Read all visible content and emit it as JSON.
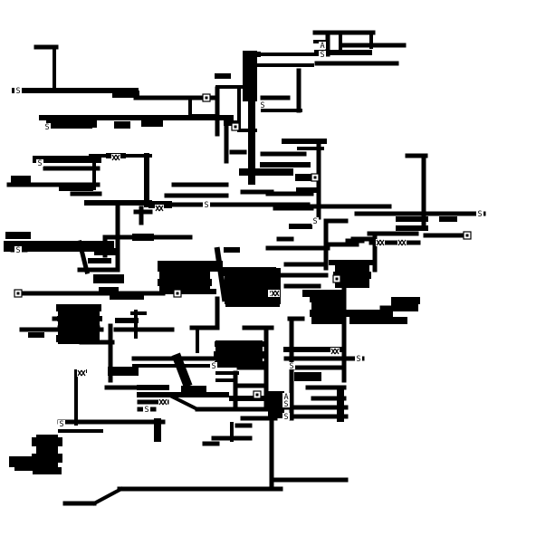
{
  "view": {
    "kind": "top-down tile map (black walls on white floor)"
  },
  "palette": {
    "wall": "#000000",
    "floor": "#ffffff",
    "marker_fill": "#ffffff",
    "marker_ink": "#000000"
  },
  "legend_glyphs": {
    "S": "S",
    "A": "A"
  }
}
